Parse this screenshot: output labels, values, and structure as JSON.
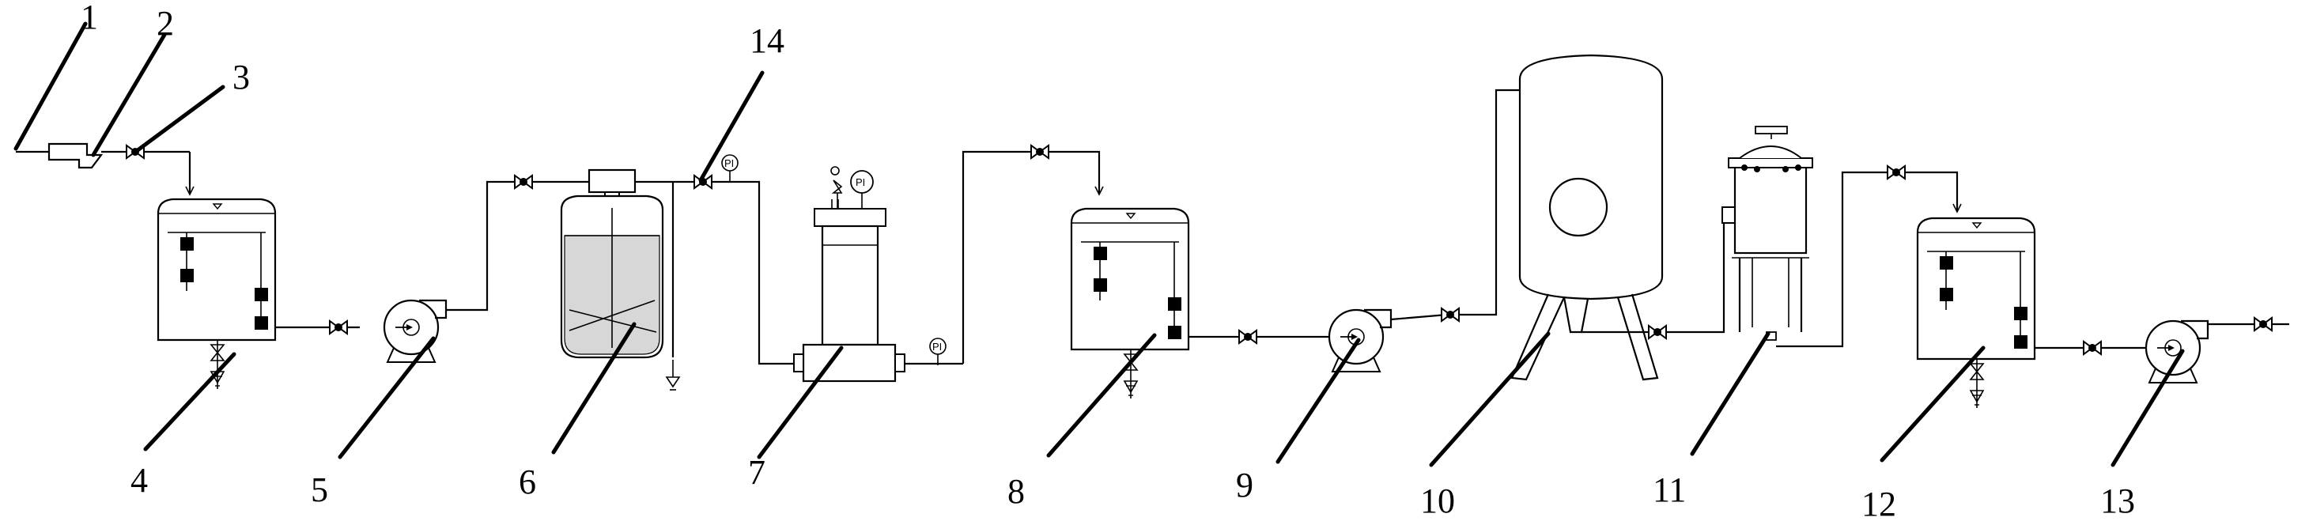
{
  "labels": {
    "l1": "1",
    "l2": "2",
    "l3": "3",
    "l4": "4",
    "l5": "5",
    "l6": "6",
    "l7": "7",
    "l8": "8",
    "l9": "9",
    "l10": "10",
    "l11": "11",
    "l12": "12",
    "l13": "13",
    "l14": "14"
  },
  "gauge_text": "PI"
}
